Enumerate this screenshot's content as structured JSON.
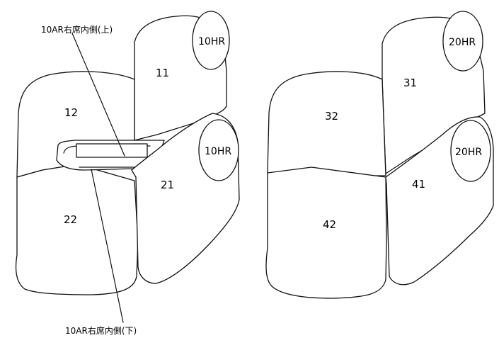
{
  "colors": {
    "line": "#111111",
    "background": "#ffffff"
  },
  "left_seat": {
    "callout_top": "10AR右席内側(上)",
    "callout_bottom": "10AR右席内側(下)",
    "back_right": "11",
    "back_left": "12",
    "cushion_right": "21",
    "cushion_left": "22",
    "headrest_top": "10HR",
    "headrest_mid": "10HR"
  },
  "right_seat": {
    "back_right": "31",
    "back_left": "32",
    "cushion_right": "41",
    "cushion_left": "42",
    "headrest_top": "20HR",
    "headrest_mid": "20HR"
  }
}
